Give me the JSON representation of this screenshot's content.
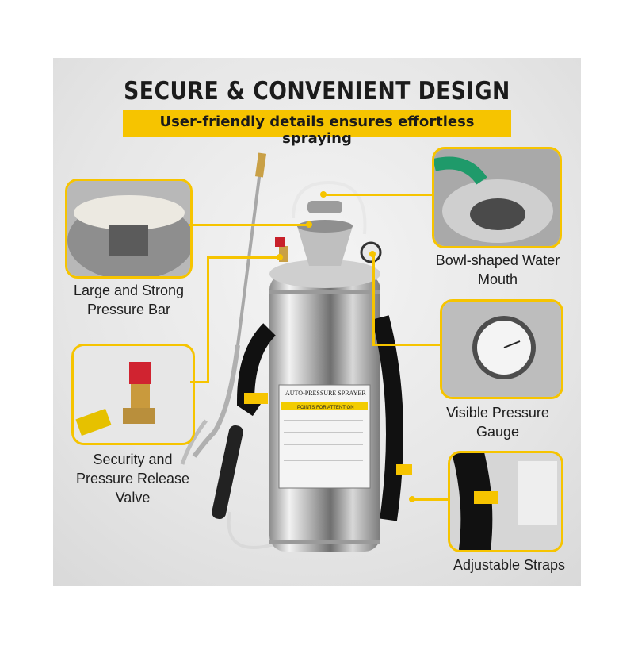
{
  "heading": {
    "title": "SECURE & CONVENIENT DESIGN",
    "subtitle": "User-friendly details ensures effortless spraying"
  },
  "callouts": {
    "pressure_bar": "Large and Strong Pressure Bar",
    "water_mouth": "Bowl-shaped Water Mouth",
    "release_valve": "Security and Pressure Release Valve",
    "gauge": "Visible Pressure Gauge",
    "straps": "Adjustable Straps"
  },
  "tank_label": {
    "brand_line": "AUTO-PRESSURE SPRAYER",
    "warning_line": "POINTS FOR ATTENTION"
  },
  "colors": {
    "accent": "#f6c400",
    "text": "#1e1e1e"
  }
}
